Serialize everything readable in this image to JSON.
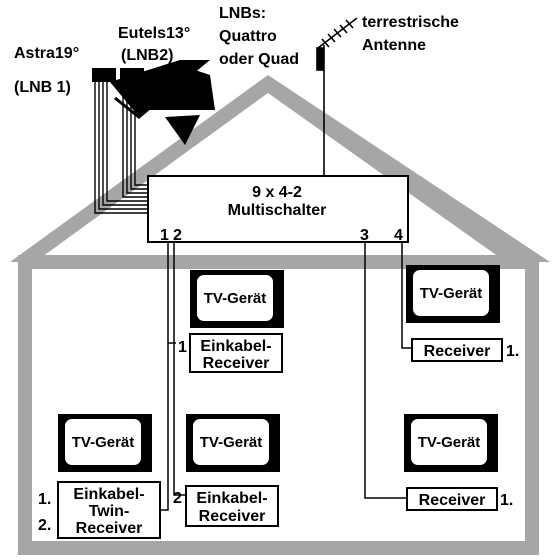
{
  "header": {
    "astra_label": "Astra19°",
    "astra_sub": "(LNB 1)",
    "eutels_label": "Eutels13°",
    "eutels_sub": "(LNB2)",
    "lnbs_title": "LNBs:",
    "lnbs_line2": "Quattro",
    "lnbs_line3": "oder Quad",
    "terrestrial_line1": "terrestrische",
    "terrestrial_line2": "Antenne"
  },
  "multiswitch": {
    "title": "9 x 4-2",
    "subtitle": "Multischalter",
    "ports": [
      "1",
      "2",
      "3",
      "4"
    ]
  },
  "devices": {
    "tv_label": "TV-Gerät",
    "einkabel_receiver": [
      "Einkabel-",
      "Receiver"
    ],
    "twin_receiver": [
      "Einkabel-",
      "Twin-",
      "Receiver"
    ],
    "receiver_label": "Receiver",
    "numbers": {
      "one": "1",
      "two": "2",
      "one_dot": "1.",
      "two_dot": "2."
    }
  },
  "colors": {
    "roof": "#a6a6a6",
    "line": "#000000",
    "box_fill": "#ffffff",
    "tv_shadow": "#000000"
  }
}
